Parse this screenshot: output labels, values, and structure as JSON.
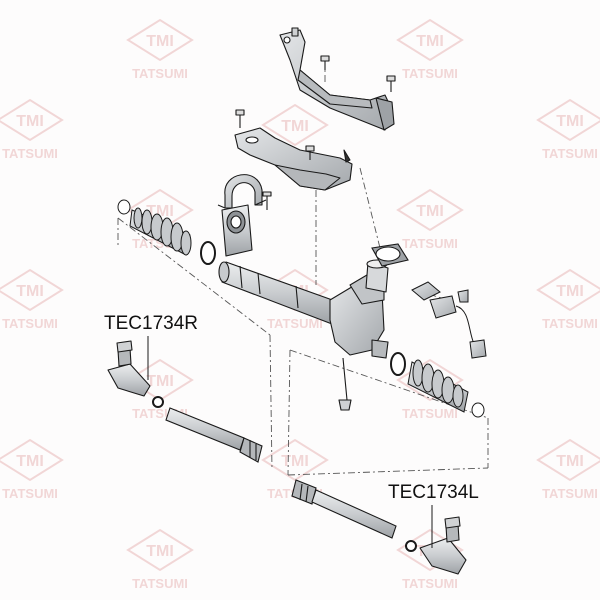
{
  "watermark": {
    "logo_text": "TMI",
    "brand_text": "TATSUMI",
    "color": "#e9b8b8"
  },
  "parts": {
    "tie_rod_right": {
      "part_number": "TEC1734R"
    },
    "tie_rod_left": {
      "part_number": "TEC1734L"
    }
  },
  "colors": {
    "line": "#1a1a1a",
    "part_fill": "#d4d6d8",
    "part_shade": "#a9acaf",
    "dashed": "#444444"
  }
}
